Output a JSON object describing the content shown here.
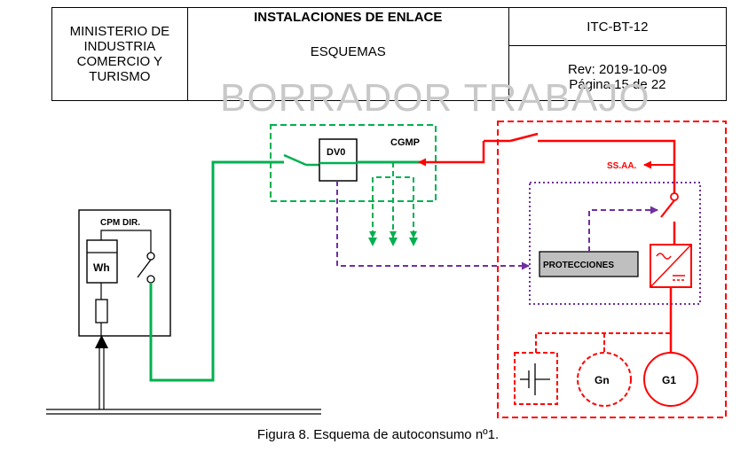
{
  "header": {
    "organization_lines": [
      "MINISTERIO DE",
      "INDUSTRIA",
      "COMERCIO Y",
      "TURISMO"
    ],
    "title": "INSTALACIONES DE ENLACE",
    "subtitle": "ESQUEMAS",
    "code": "ITC-BT-12",
    "revision": "Rev: 2019-10-09",
    "page": "Página 15 de 22"
  },
  "watermark": "BORRADOR TRABAJO",
  "diagram": {
    "cpm_label": "CPM DIR.",
    "meter_label": "Wh",
    "dv_label": "DV0",
    "cgmp_label": "CGMP",
    "ssaa_label": "SS.AA.",
    "protecciones_label": "PROTECCIONES",
    "gn_label": "Gn",
    "g1_label": "G1",
    "colors": {
      "green": "#00b050",
      "red": "#ff0000",
      "purple": "#7030a0",
      "gray_box": "#bfbfbf"
    }
  },
  "caption": "Figura 8. Esquema de autoconsumo nº1."
}
